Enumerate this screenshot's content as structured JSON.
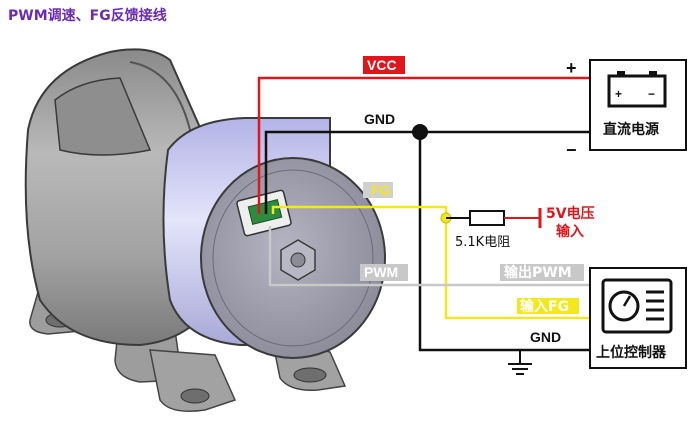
{
  "title": "PWM调速、FG反馈接线",
  "labels": {
    "vcc": "VCC",
    "gnd_top": "GND",
    "fg": "FG",
    "pwm": "PWM",
    "resistor": "5.1K电阻",
    "pullup_line1": "5V电压",
    "pullup_line2": "输入",
    "pwm_out": "输出PWM",
    "fg_in": "输入FG",
    "gnd_bottom": "GND",
    "power_supply": "直流电源",
    "controller": "上位控制器",
    "plus": "+",
    "minus": "−",
    "battery_plus": "+",
    "battery_minus": "−"
  },
  "colors": {
    "title": "#6a2bb0",
    "vcc_wire": "#e0161d",
    "gnd_wire": "#111111",
    "fg_wire": "#f4e81c",
    "pwm_wire": "#c8c8c8",
    "label_bg_red": "#e0161d",
    "label_bg_gray": "#c8c8c8",
    "label_bg_yellow": "#f4e81c",
    "motor_body": "#a6a6a6",
    "motor_band": "#c9c9ef",
    "motor_face": "#9a9aa8"
  },
  "icons": {
    "power_supply": "battery-icon",
    "controller": "controller-gauge-icon",
    "ground": "ground-symbol-icon"
  }
}
